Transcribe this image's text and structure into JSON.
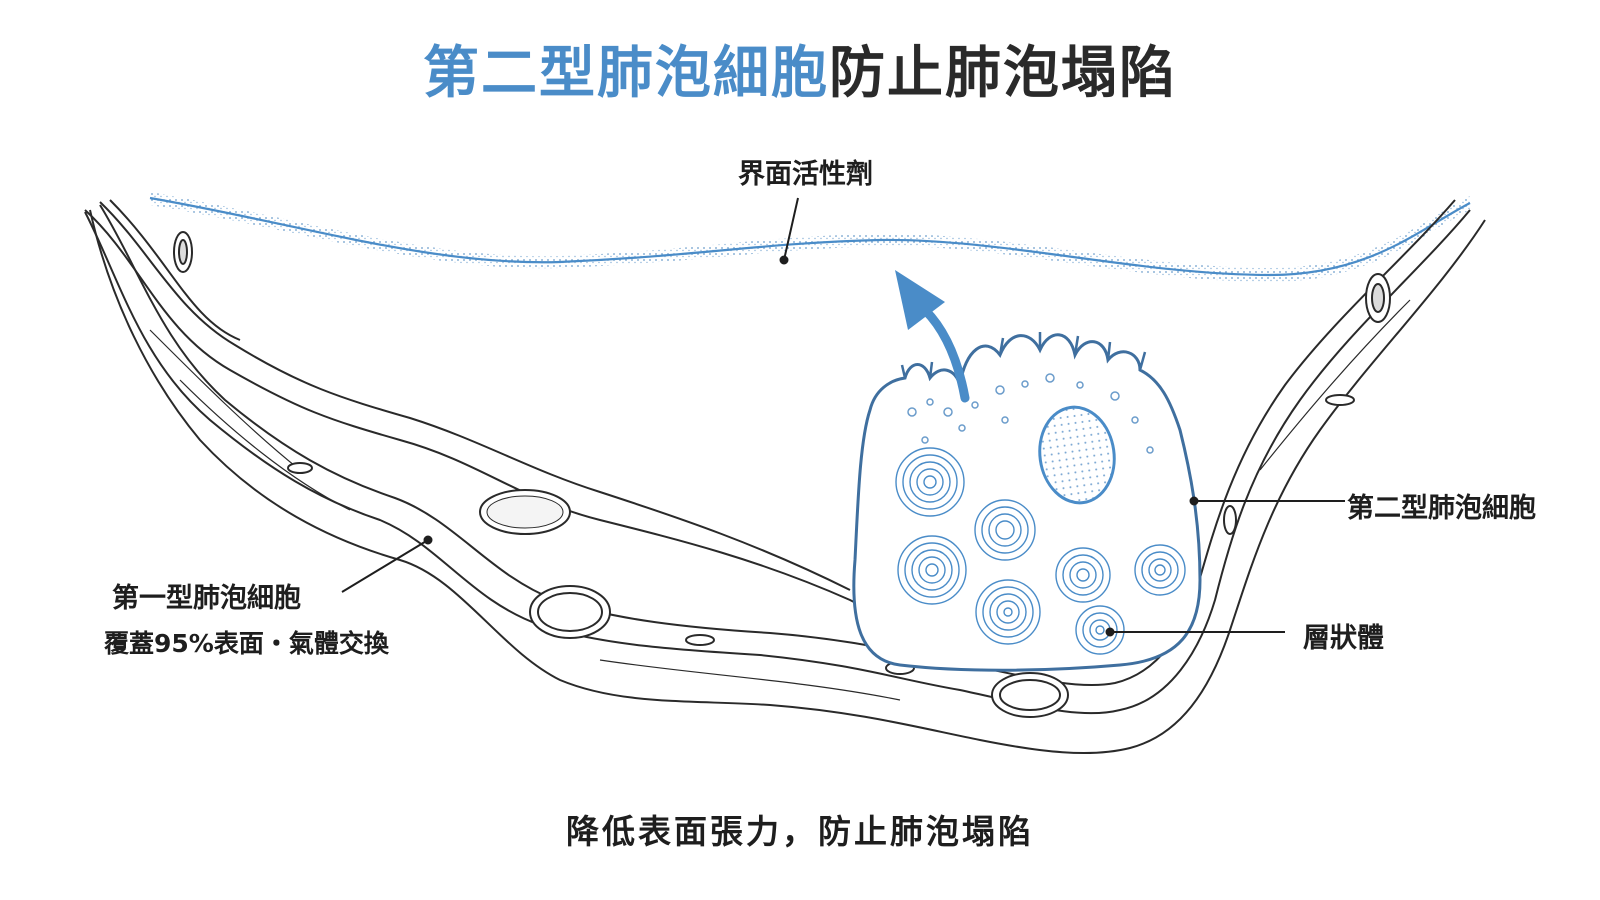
{
  "title": {
    "highlight": "第二型肺泡細胞",
    "rest": "防止肺泡塌陷"
  },
  "labels": {
    "surfactant": "界面活性劑",
    "type2": "第二型肺泡細胞",
    "lamellar": "層狀體",
    "type1": "第一型肺泡細胞",
    "type1_note": "覆蓋95%表面・氣體交換"
  },
  "caption": "降低表面張力，防止肺泡塌陷",
  "colors": {
    "accent": "#4a8cc8",
    "ink": "#2a2a2a",
    "cell_outline": "#3f6f9f"
  }
}
